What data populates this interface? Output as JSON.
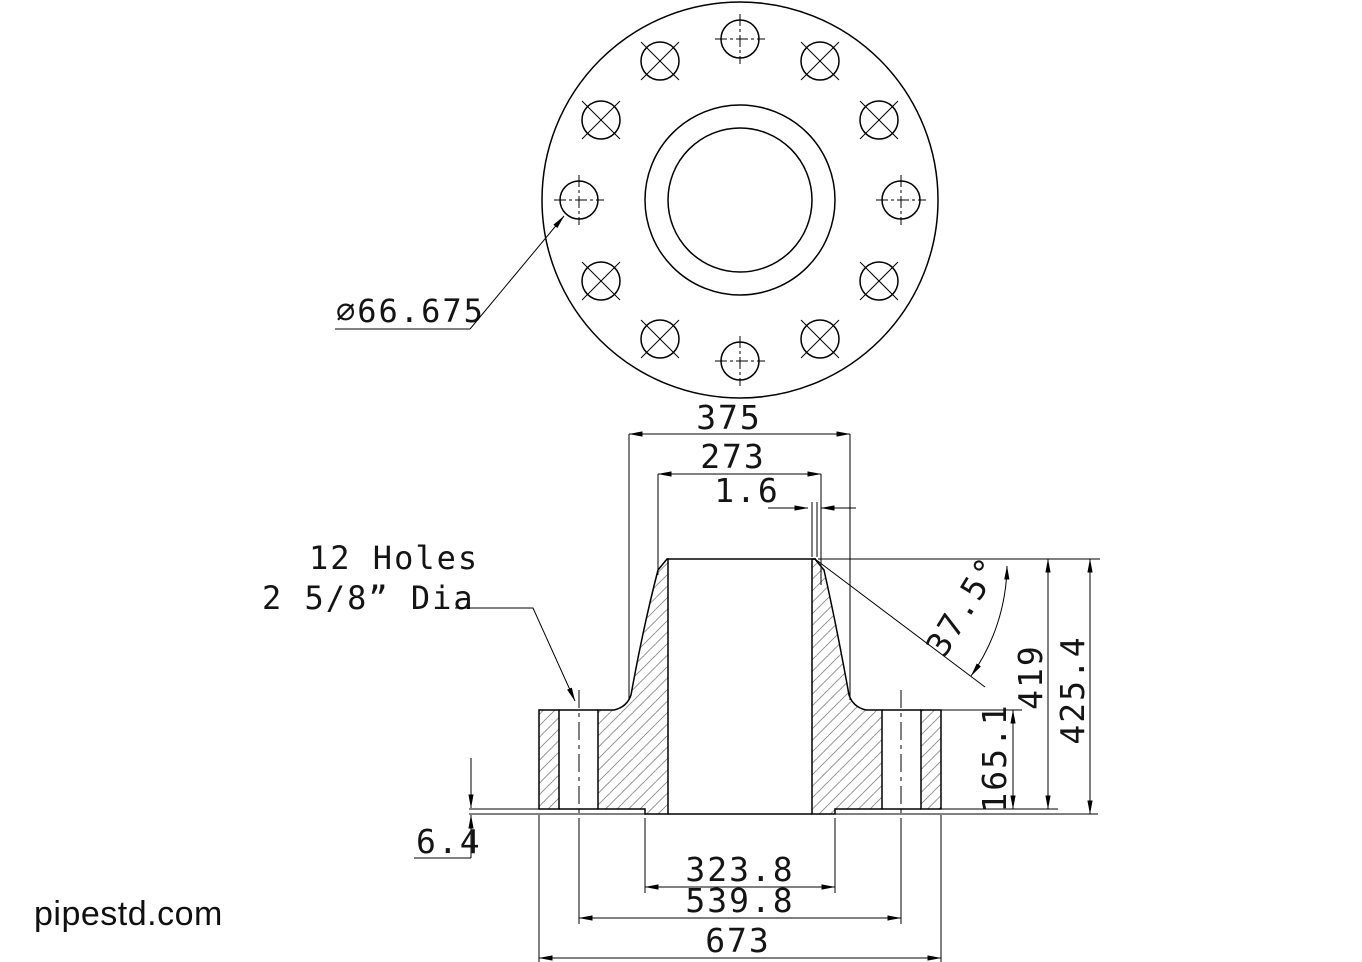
{
  "watermark": "pipestd.com",
  "callouts": {
    "bolt_hole_diameter": "∅66.675",
    "holes_count": "12 Holes",
    "holes_size": "2 5/8” Dia"
  },
  "dimensions": {
    "hub_base_diameter": "375",
    "pipe_outside_diameter": "273",
    "weld_land": "1.6",
    "bevel_angle": "37.5°",
    "raised_face_height": "6.4",
    "flange_thickness": "165.1",
    "length_to_flange_face": "419",
    "overall_length": "425.4",
    "raised_face_diameter": "323.8",
    "bolt_circle_diameter": "539.8",
    "flange_outside_diameter": "673"
  }
}
